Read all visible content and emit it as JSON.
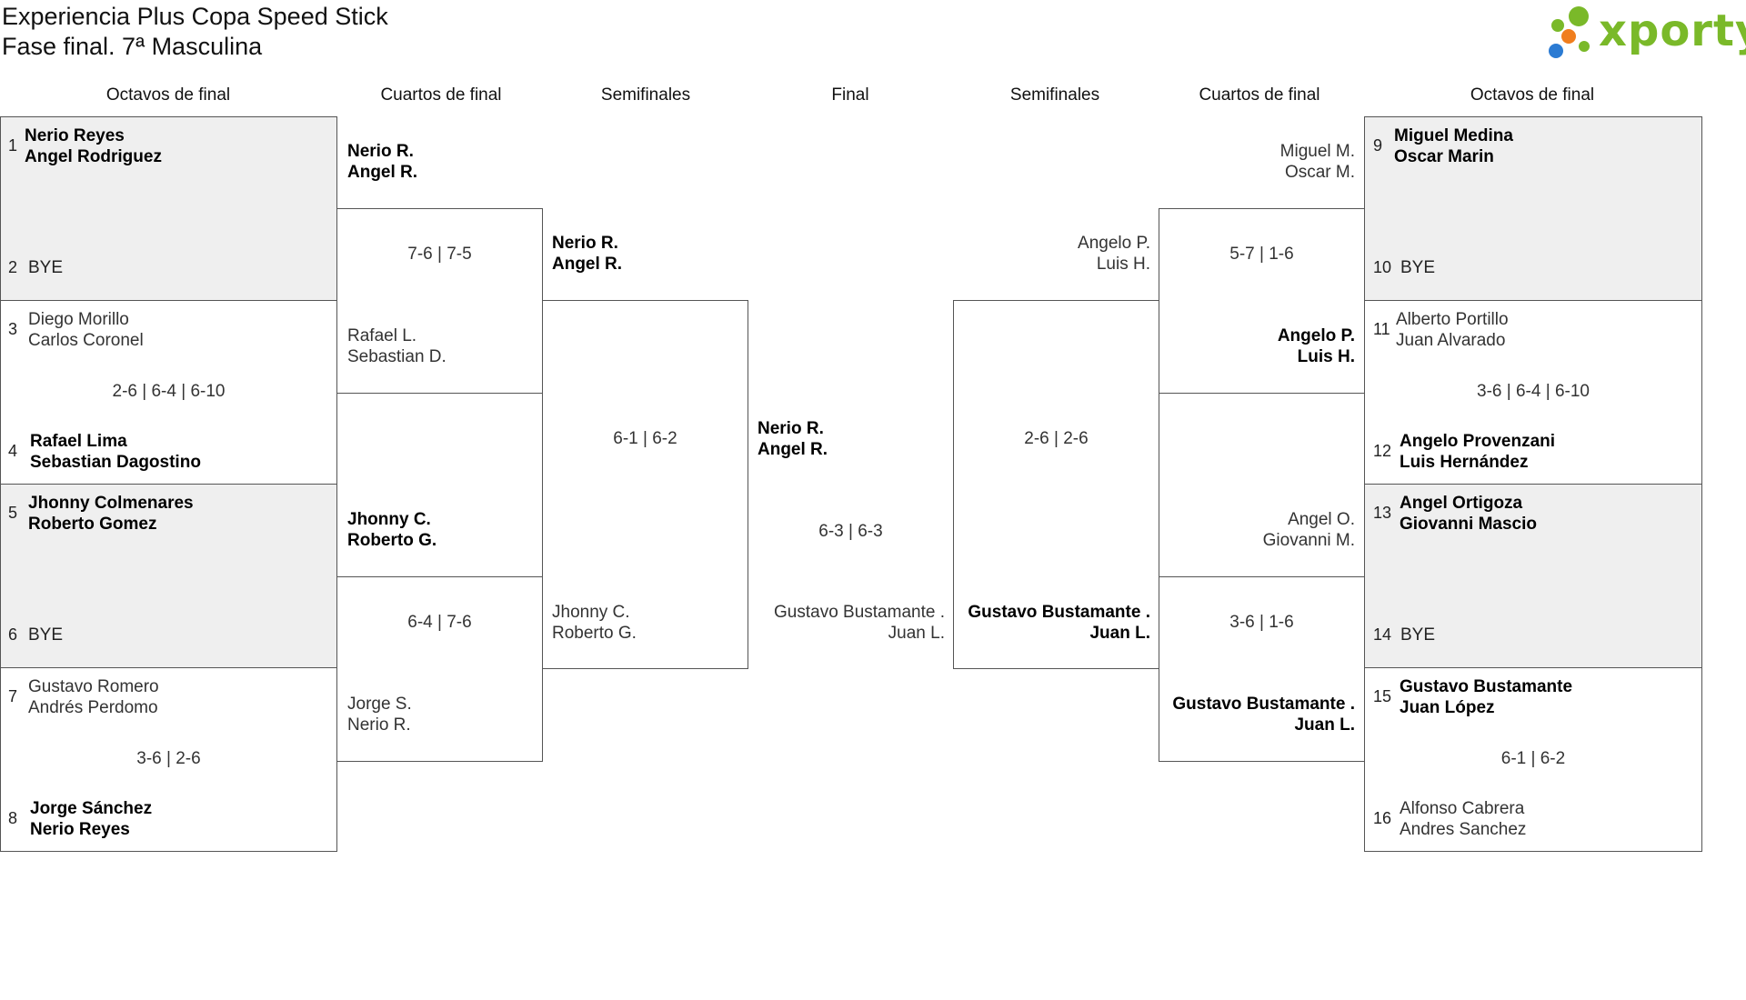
{
  "header": {
    "title": "Experiencia Plus Copa Speed Stick",
    "subtitle": "Fase final. 7ª Masculina",
    "logo_text": "xporty",
    "logo_colors": [
      "#2b7bd3",
      "#f07e1e",
      "#7ab929",
      "#7ab929",
      "#7ab929"
    ]
  },
  "rounds": {
    "left_r16": "Octavos de final",
    "left_qf": "Cuartos de final",
    "left_sf": "Semifinales",
    "final": "Final",
    "right_sf": "Semifinales",
    "right_qf": "Cuartos de final",
    "right_r16": "Octavos de final"
  },
  "r16_left": [
    {
      "seed_a": "1",
      "a1": "Nerio Reyes",
      "a2": "Angel Rodriguez",
      "seed_b": "2",
      "b": "BYE",
      "score": ""
    },
    {
      "seed_a": "3",
      "a1": "Diego Morillo",
      "a2": "Carlos Coronel",
      "seed_b": "4",
      "b1": "Rafael Lima",
      "b2": "Sebastian Dagostino",
      "score": "2-6 | 6-4 | 6-10"
    },
    {
      "seed_a": "5",
      "a1": "Jhonny Colmenares",
      "a2": "Roberto Gomez",
      "seed_b": "6",
      "b": "BYE",
      "score": ""
    },
    {
      "seed_a": "7",
      "a1": "Gustavo Romero",
      "a2": "Andrés Perdomo",
      "seed_b": "8",
      "b1": "Jorge Sánchez",
      "b2": "Nerio Reyes",
      "score": "3-6 | 2-6"
    }
  ],
  "r16_right": [
    {
      "seed_a": "9",
      "a1": "Miguel Medina",
      "a2": "Oscar Marin",
      "seed_b": "10",
      "b": "BYE",
      "score": ""
    },
    {
      "seed_a": "11",
      "a1": "Alberto Portillo",
      "a2": "Juan Alvarado",
      "seed_b": "12",
      "b1": "Angelo Provenzani",
      "b2": "Luis Hernández",
      "score": "3-6 | 6-4 | 6-10"
    },
    {
      "seed_a": "13",
      "a1": "Angel Ortigoza",
      "a2": "Giovanni Mascio",
      "seed_b": "14",
      "b": "BYE",
      "score": ""
    },
    {
      "seed_a": "15",
      "a1": "Gustavo Bustamante",
      "a2": "Juan López",
      "seed_b": "16",
      "b1": "Alfonso Cabrera",
      "b2": "Andres Sanchez",
      "score": "6-1 | 6-2"
    }
  ],
  "qf_left": [
    {
      "a1": "Nerio R.",
      "a2": "Angel R.",
      "b1": "Rafael L.",
      "b2": "Sebastian D.",
      "score": "7-6 | 7-5"
    },
    {
      "a1": "Jhonny C.",
      "a2": "Roberto G.",
      "b1": "Jorge S.",
      "b2": "Nerio R.",
      "score": "6-4 | 7-6"
    }
  ],
  "qf_right": [
    {
      "a1": "Miguel M.",
      "a2": "Oscar M.",
      "b1": "Angelo P.",
      "b2": "Luis H.",
      "score": "5-7 | 1-6"
    },
    {
      "a1": "Angel O.",
      "a2": "Giovanni M.",
      "b1": "Gustavo Bustamante .",
      "b2": "Juan L.",
      "score": "3-6 | 1-6"
    }
  ],
  "sf_left": {
    "a1": "Nerio R.",
    "a2": "Angel R.",
    "b1": "Jhonny C.",
    "b2": "Roberto G.",
    "score": "6-1 | 6-2"
  },
  "sf_right": {
    "a1": "Angelo P.",
    "a2": "Luis H.",
    "b1": "Gustavo Bustamante .",
    "b2": "Juan L.",
    "score": "2-6 | 2-6"
  },
  "final": {
    "a1": "Nerio R.",
    "a2": "Angel R.",
    "b1": "Gustavo Bustamante .",
    "b2": "Juan L.",
    "score": "6-3 | 6-3"
  }
}
